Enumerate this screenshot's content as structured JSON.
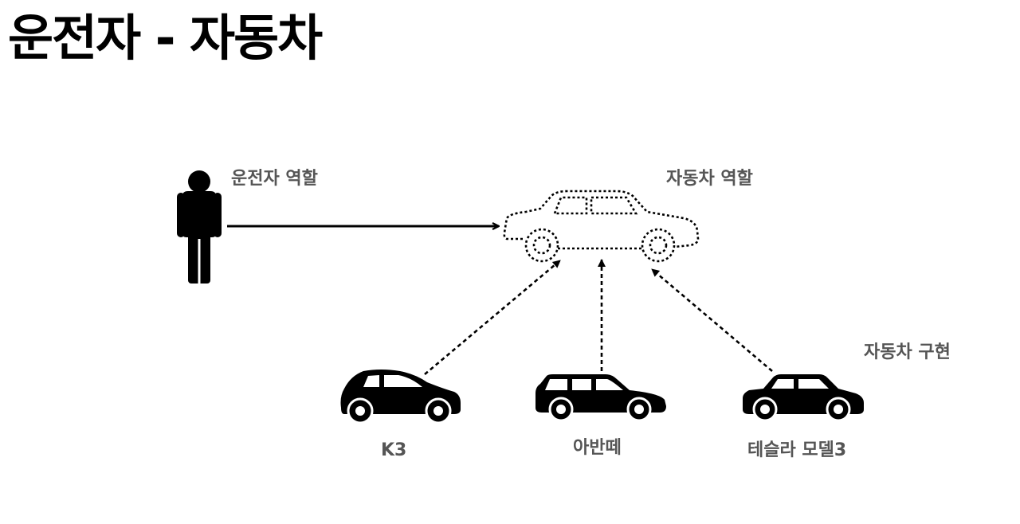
{
  "title": "운전자 - 자동차",
  "labels": {
    "driver_role": "운전자 역할",
    "car_role": "자동차 역할",
    "car_impl": "자동차 구현"
  },
  "implementations": [
    {
      "name": "K3",
      "icon": "hatchback-car-icon"
    },
    {
      "name": "아반떼",
      "icon": "wagon-car-icon"
    },
    {
      "name": "테슬라 모델3",
      "icon": "sedan-car-icon"
    }
  ],
  "icons": {
    "driver": "person-icon",
    "car_role": "dotted-car-outline-icon"
  },
  "colors": {
    "title": "#000000",
    "labels": "#555555",
    "lines": "#000000"
  }
}
